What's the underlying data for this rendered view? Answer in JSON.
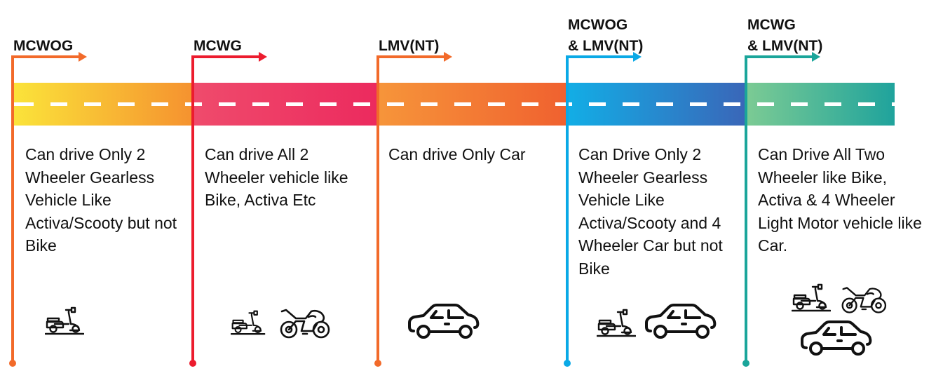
{
  "title": "Driving license categories timeline",
  "segments": [
    {
      "id": "mcwog",
      "label_line1": "MCWOG",
      "label_line2": "",
      "color": "#f26a2a",
      "road_gradient": [
        "#fbe43a",
        "#f5922f"
      ],
      "description": "Can drive Only 2 Wheeler Gearless Vehicle Like Activa/Scooty but not Bike",
      "icons": [
        "scooter-icon"
      ]
    },
    {
      "id": "mcwg",
      "label_line1": "MCWG",
      "label_line2": "",
      "color": "#ec1c2e",
      "road_gradient": [
        "#ef4b6c",
        "#ec2a5e"
      ],
      "description": "Can drive All 2 Wheeler vehicle like Bike, Activa Etc",
      "icons": [
        "scooter-icon",
        "motorbike-icon"
      ]
    },
    {
      "id": "lmv-nt",
      "label_line1": "LMV(NT)",
      "label_line2": "",
      "color": "#f26a2a",
      "road_gradient": [
        "#f6953a",
        "#f0612f"
      ],
      "description": "Can drive Only Car",
      "icons": [
        "car-icon"
      ]
    },
    {
      "id": "mcwog-lmv-nt",
      "label_line1": "MCWOG",
      "label_line2": "& LMV(NT)",
      "color": "#0aa9e6",
      "road_gradient": [
        "#12aee6",
        "#3a66b8"
      ],
      "description": "Can Drive Only 2 Wheeler Gearless Vehicle Like Activa/Scooty and 4 Wheeler Car but not Bike",
      "icons": [
        "scooter-icon",
        "car-icon"
      ]
    },
    {
      "id": "mcwg-lmv-nt",
      "label_line1": "MCWG",
      "label_line2": "& LMV(NT)",
      "color": "#1aa59a",
      "road_gradient": [
        "#7ccb94",
        "#1fa39c"
      ],
      "description": "Can Drive All Two Wheeler like Bike, Activa & 4 Wheeler Light Motor vehicle like Car.",
      "icons": [
        "scooter-icon",
        "motorbike-icon",
        "car-icon"
      ]
    }
  ]
}
